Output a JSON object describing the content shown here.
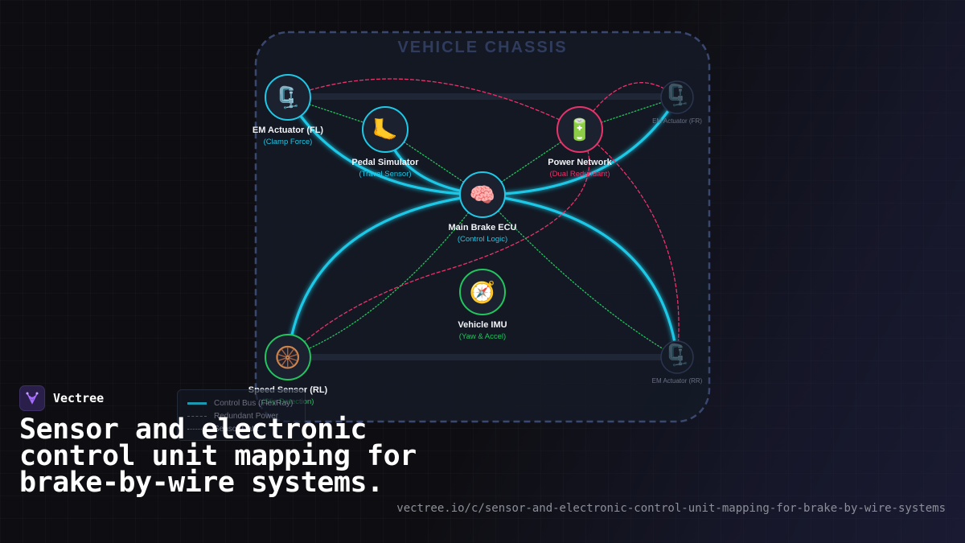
{
  "diagram": {
    "frame_title": "VEHICLE CHASSIS",
    "nodes": [
      {
        "id": "em_fl",
        "label": "EM Actuator (FL)",
        "sub": "(Clamp Force)",
        "icon": "clamp-icon",
        "glyph": "🗜️",
        "color": "#1ec8e6"
      },
      {
        "id": "pedal",
        "label": "Pedal Simulator",
        "sub": "(Travel Sensor)",
        "icon": "foot-icon",
        "glyph": "🦶",
        "color": "#1ec8e6"
      },
      {
        "id": "power",
        "label": "Power Network",
        "sub": "(Dual Redundant)",
        "icon": "battery-icon",
        "glyph": "🔋",
        "color": "#e8336a"
      },
      {
        "id": "ecu",
        "label": "Main Brake ECU",
        "sub": "(Control Logic)",
        "icon": "brain-icon",
        "glyph": "🧠",
        "color": "#1ec8e6"
      },
      {
        "id": "imu",
        "label": "Vehicle IMU",
        "sub": "(Yaw & Accel)",
        "icon": "compass-icon",
        "glyph": "🧭",
        "color": "#22c55e"
      },
      {
        "id": "speed",
        "label": "Speed Sensor (RL)",
        "sub": "(Slip Detection)",
        "icon": "wheel-icon",
        "glyph": "🛞",
        "color": "#22c55e"
      },
      {
        "id": "em_fr",
        "label": "EM Actuator (FR)",
        "icon": "clamp-icon",
        "glyph": "🗜️",
        "ghost": true
      },
      {
        "id": "em_rr",
        "label": "EM Actuator (RR)",
        "icon": "clamp-icon",
        "glyph": "🗜️",
        "ghost": true
      }
    ],
    "edges": [
      {
        "from": "ecu",
        "to": "em_fl",
        "type": "control"
      },
      {
        "from": "ecu",
        "to": "em_fr",
        "type": "control"
      },
      {
        "from": "ecu",
        "to": "speed",
        "type": "control"
      },
      {
        "from": "ecu",
        "to": "em_rr",
        "type": "control"
      },
      {
        "from": "ecu",
        "to": "pedal",
        "type": "control"
      },
      {
        "from": "ecu",
        "to": "imu",
        "type": "control"
      },
      {
        "from": "power",
        "to": "em_fl",
        "type": "power"
      },
      {
        "from": "power",
        "to": "em_fr",
        "type": "power"
      },
      {
        "from": "power",
        "to": "em_rr",
        "type": "power"
      },
      {
        "from": "power",
        "to": "speed",
        "type": "power"
      },
      {
        "from": "ecu",
        "to": "pedal",
        "type": "sensor"
      },
      {
        "from": "ecu",
        "to": "power",
        "type": "sensor"
      },
      {
        "from": "ecu",
        "to": "speed",
        "type": "sensor"
      },
      {
        "from": "ecu",
        "to": "em_rr",
        "type": "sensor"
      },
      {
        "from": "em_fl",
        "to": "pedal",
        "type": "sensor"
      },
      {
        "from": "power",
        "to": "em_fr",
        "type": "sensor"
      }
    ],
    "legend": [
      {
        "label": "Control Bus (FlexRay)",
        "type": "control",
        "color": "#1ec8e6"
      },
      {
        "label": "Redundant Power",
        "type": "power",
        "color": "#e8336a"
      },
      {
        "label": "Sensor Data",
        "type": "sensor",
        "color": "#22c55e"
      }
    ]
  },
  "brand": {
    "name": "Vectree",
    "logo_icon": "vectree-logo-icon",
    "logo_color": "#a66cff"
  },
  "title": "Sensor and electronic control unit mapping for brake-by-wire systems.",
  "url": "vectree.io/c/sensor-and-electronic-control-unit-mapping-for-brake-by-wire-systems",
  "colors": {
    "accent": "#1ec8e6",
    "power": "#e8336a",
    "sensor": "#22c55e",
    "frame": "#3a4870"
  }
}
